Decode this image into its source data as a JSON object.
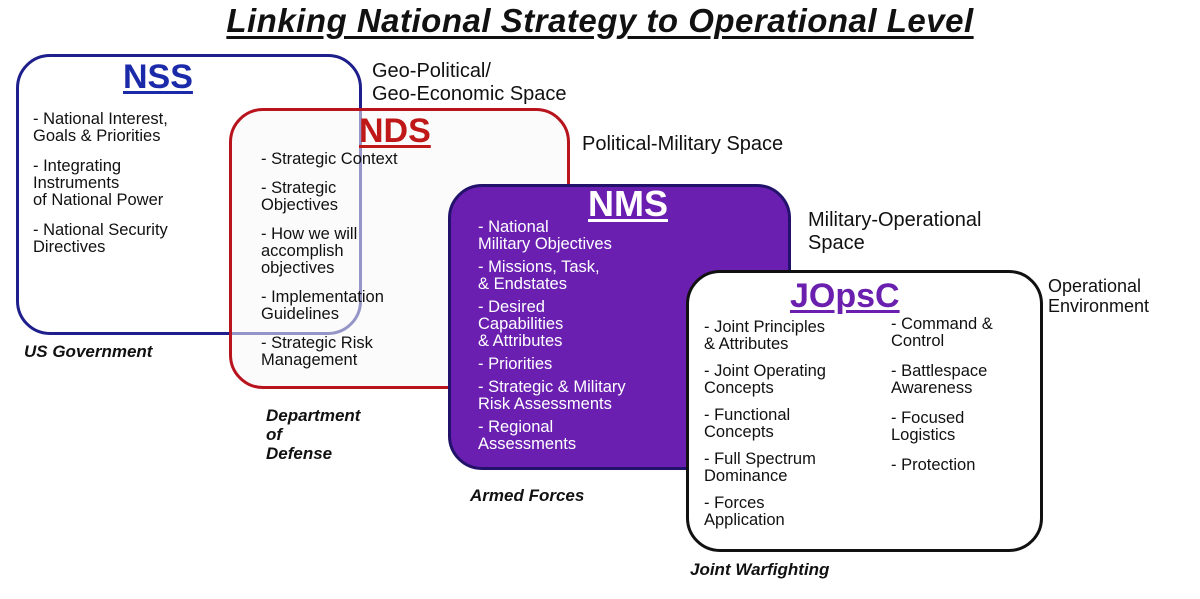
{
  "title": "Linking National Strategy to Operational Level",
  "nss": {
    "heading": "NSS",
    "items": [
      "- National Interest,\nGoals & Priorities",
      "- Integrating\nInstruments\nof National Power",
      "- National Security\nDirectives"
    ],
    "label": "US Government"
  },
  "nds": {
    "heading": "NDS",
    "items": [
      "- Strategic Context",
      "- Strategic\nObjectives",
      "- How we will\naccomplish\nobjectives",
      "- Implementation\nGuidelines",
      "- Strategic Risk\nManagement"
    ],
    "label": "Department\nof\nDefense"
  },
  "nms": {
    "heading": "NMS",
    "items": [
      "- National\nMilitary Objectives",
      "- Missions, Task,\n& Endstates",
      "- Desired\nCapabilities\n& Attributes",
      "- Priorities",
      "- Strategic & Military\nRisk Assessments",
      "- Regional\nAssessments"
    ],
    "label": "Armed Forces"
  },
  "jopsc": {
    "heading": "JOpsC",
    "items_left": [
      "- Joint Principles\n& Attributes",
      "- Joint Operating\nConcepts",
      "- Functional\nConcepts",
      "- Full Spectrum\nDominance",
      "- Forces\nApplication"
    ],
    "items_right": [
      "- Command &\nControl",
      "- Battlespace\nAwareness",
      "- Focused\nLogistics",
      "- Protection"
    ],
    "label": "Joint Warfighting"
  },
  "spaces": {
    "geo": "Geo-Political/\nGeo-Economic Space",
    "polmil": "Political-Military Space",
    "milop": "Military-Operational\n Space",
    "openv": "Operational\nEnvironment"
  },
  "colors": {
    "nss_border": "#1e1e8c",
    "nds_border": "#b8141e",
    "nms_fill": "#6b1fb1",
    "jopsc_heading": "#6a1fae"
  }
}
